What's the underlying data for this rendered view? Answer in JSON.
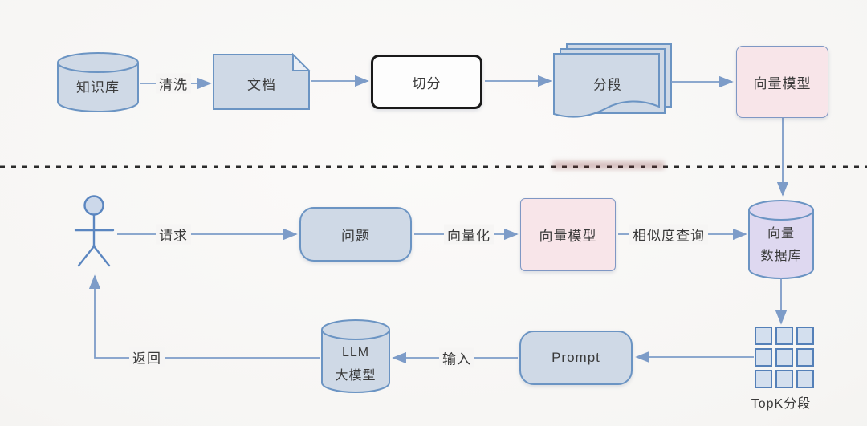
{
  "colors": {
    "node-fill": "#cfd9e6",
    "node-border": "#6b94c3",
    "pink-fill": "#f8e5e9",
    "pink-border": "#7f97c4",
    "purple-fill": "#ded8f0",
    "black-border": "#1a1a1a",
    "arrow": "#7d9cc8",
    "figure": "#5b86c0",
    "divider": "#2b2b2b",
    "grid-fill": "#d3dfee",
    "grid-border": "#5480b8",
    "fold-fill": "#e9eef5",
    "text": "#3a3a3a"
  },
  "indexing": {
    "knowledge_base": "知识库",
    "clean": "清洗",
    "document": "文档",
    "split": "切分",
    "segments": "分段",
    "vector_model": "向量模型"
  },
  "query": {
    "request": "请求",
    "question": "问题",
    "vectorize": "向量化",
    "vector_model": "向量模型",
    "similarity": "相似度查询",
    "vector_db": [
      "向量",
      "数据库"
    ],
    "topk": "TopK分段",
    "prompt": "Prompt",
    "input": "输入",
    "llm": [
      "LLM",
      "大模型"
    ],
    "return": "返回"
  }
}
